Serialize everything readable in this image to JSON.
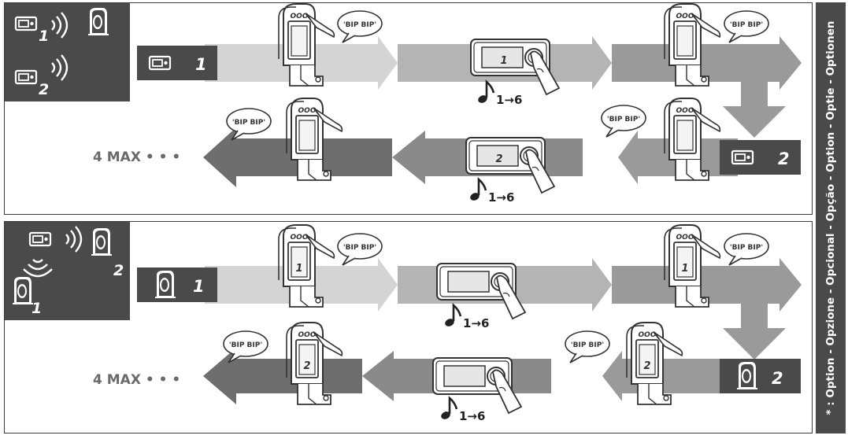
{
  "side_label": "* : Option - Opzione - Opcional - Opção - Option - Optie - Optionen",
  "bubble_text": "'BIP BIP'",
  "sequence_label": "1→6",
  "panel1": {
    "legend_numbers": [
      "1",
      "2"
    ],
    "start_label": "1",
    "second_label": "2",
    "display_numbers": [
      "1",
      "2"
    ],
    "max_label": "4 MAX • • •"
  },
  "panel2": {
    "legend_numbers": [
      "2",
      "1"
    ],
    "start_label": "1",
    "second_label": "2",
    "device_numbers": [
      "1",
      "1",
      "2",
      "2"
    ],
    "max_label": "4 MAX • • •"
  },
  "colors": {
    "dark_box": "#4a4a4a",
    "arrow_light": "#d4d4d4",
    "arrow_mid": "#b4b4b4",
    "arrow_mid_dark": "#9a9a9a",
    "arrow_dark": "#6e6e6e",
    "border": "#3a3a3a"
  }
}
